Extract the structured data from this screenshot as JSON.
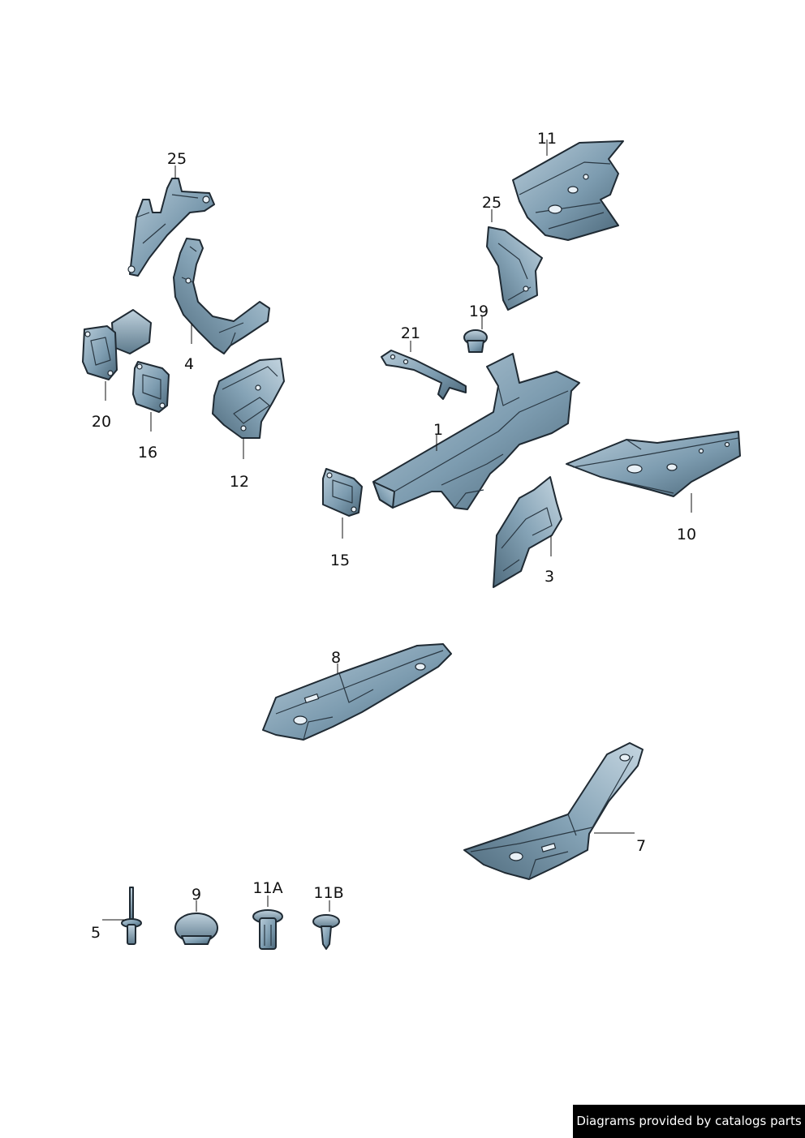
{
  "colors": {
    "part_fill": "#7d9cb0",
    "part_light": "#b8ccd9",
    "part_dark": "#4a6678",
    "outline": "#1f2a33",
    "footer_background": "#000000",
    "footer_text": "#ffffff"
  },
  "callouts": {
    "c1": "1",
    "c3": "3",
    "c4": "4",
    "c5": "5",
    "c7": "7",
    "c8": "8",
    "c9": "9",
    "c10": "10",
    "c11": "11",
    "c11a": "11A",
    "c11b": "11B",
    "c12": "12",
    "c15": "15",
    "c16": "16",
    "c19": "19",
    "c20": "20",
    "c21": "21",
    "c25_left": "25",
    "c25_right": "25"
  },
  "footer": {
    "text": "Diagrams provided by catalogs parts"
  }
}
